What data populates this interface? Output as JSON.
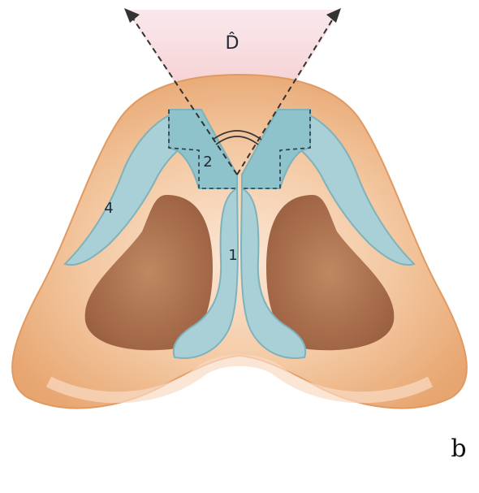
{
  "figure": {
    "panel_letter": "b",
    "angle_symbol": "D̂",
    "labels": {
      "one": "1",
      "two": "2",
      "four": "4"
    }
  },
  "colors": {
    "skin_outer": "#e7a56f",
    "skin_inner": "#f4c9a3",
    "skin_highlight": "#fbe6d5",
    "nostril": "#b97a55",
    "nostril_dark": "#9a5f40",
    "cartilage": "#a9d0d6",
    "cartilage_edge": "#7fb2bb",
    "angle_fill": "#f3b3b3",
    "arrow": "#333333"
  }
}
